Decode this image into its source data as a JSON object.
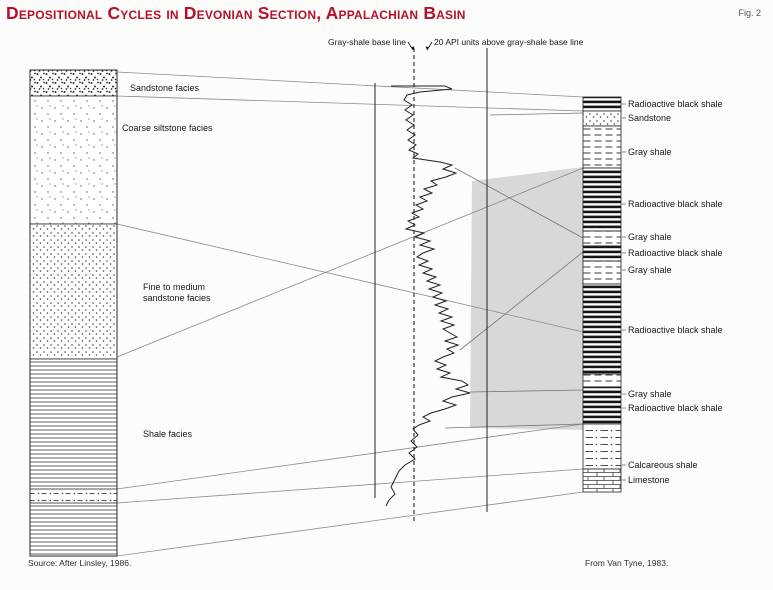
{
  "title": "Depositional Cycles in Devonian Section, Appalachian Basin",
  "fig_label": "Fig. 2",
  "colors": {
    "title_red": "#b5112c",
    "shading_gray": "#d8d8d8",
    "ink": "#1a1a1a"
  },
  "left_column": {
    "facies": [
      {
        "label": "Sandstone facies"
      },
      {
        "label": "Coarse siltstone facies"
      },
      {
        "lines": [
          "Fine to medium",
          "sandstone facies"
        ]
      },
      {
        "label": "Shale facies"
      }
    ]
  },
  "log_header": {
    "baseline_label": "Gray-shale base line",
    "api_label": "20 API units above gray-shale base line"
  },
  "right_column": {
    "labels": [
      "Radioactive black shale",
      "Sandstone",
      "Gray shale",
      "Radioactive black shale",
      "Gray shale",
      "Radioactive black shale",
      "Gray shale",
      "Radioactive black shale",
      "Gray shale",
      "Radioactive black shale",
      "Calcareous shale",
      "Limestone"
    ]
  },
  "credits": {
    "left": "Source: After Linsley, 1986.",
    "right": "From Van Tyne, 1983."
  }
}
